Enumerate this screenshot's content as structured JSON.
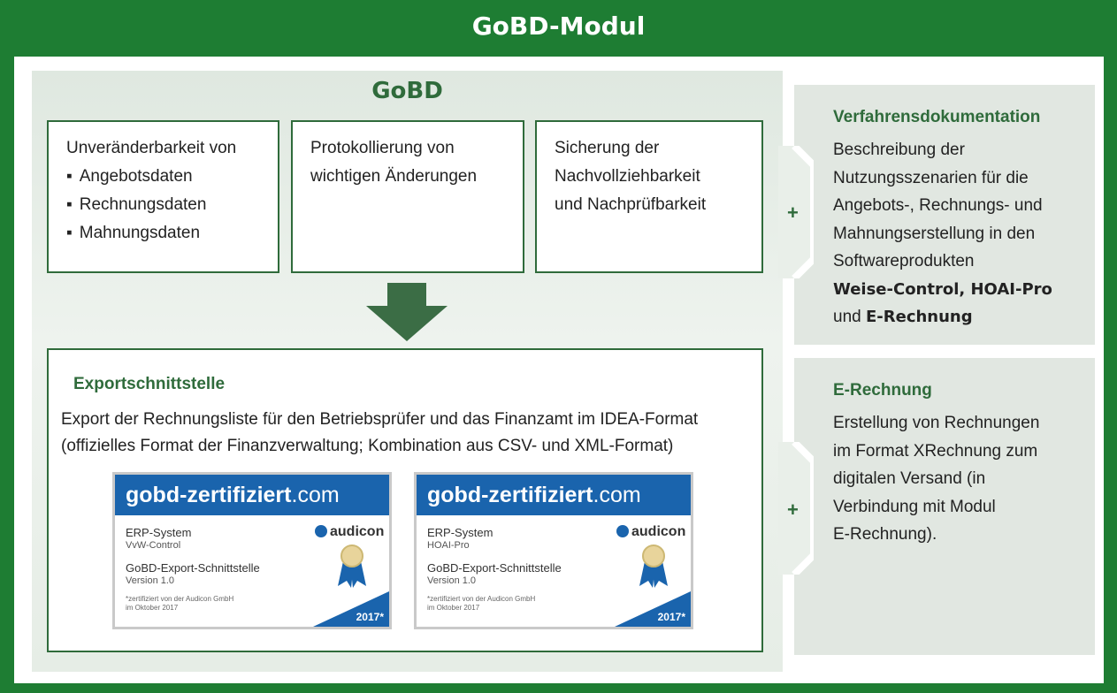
{
  "header": {
    "title": "GoBD-Modul"
  },
  "gobd": {
    "title": "GoBD",
    "box1": {
      "intro": "Unveränderbarkeit von",
      "items": [
        "Angebotsdaten",
        "Rechnungsdaten",
        "Mahnungsdaten"
      ]
    },
    "box2": {
      "line1": "Protokollierung von",
      "line2": "wichtigen Änderungen"
    },
    "box3": {
      "line1": "Sicherung der",
      "line2": "Nachvollziehbarkeit",
      "line3": "und Nachprüfbarkeit"
    }
  },
  "export": {
    "title": "Exportschnittstelle",
    "line1": "Export der Rechnungsliste für den Betriebsprüfer und das Finanzamt im IDEA-Format",
    "line2": "(offizielles Format der Finanzverwaltung; Kombination aus CSV- und XML-Format)"
  },
  "badges": [
    {
      "brand_bold": "gobd-zertifiziert",
      "brand_suffix": ".com",
      "system": "ERP-System",
      "product": "VvW-Control",
      "interface": "GoBD-Export-Schnittstelle",
      "version": "Version 1.0",
      "note1": "*zertifiziert von der Audicon GmbH",
      "note2": "im Oktober 2017",
      "auditor": "audicon",
      "year": "2017*"
    },
    {
      "brand_bold": "gobd-zertifiziert",
      "brand_suffix": ".com",
      "system": "ERP-System",
      "product": "HOAI-Pro",
      "interface": "GoBD-Export-Schnittstelle",
      "version": "Version 1.0",
      "note1": "*zertifiziert von der Audicon GmbH",
      "note2": "im Oktober 2017",
      "auditor": "audicon",
      "year": "2017*"
    }
  ],
  "side": {
    "plus": "+",
    "verfahren": {
      "title": "Verfahrensdokumentation",
      "lines": [
        "Beschreibung der",
        "Nutzungsszenarien für die",
        "Angebots-, Rechnungs- und",
        "Mahnungserstellung in den",
        "Softwareprodukten"
      ],
      "bold1": "Weise-Control, HOAI-Pro",
      "und": "und ",
      "bold2": "E-Rechnung"
    },
    "erechnung": {
      "title": "E-Rechnung",
      "lines": [
        "Erstellung von Rechnungen",
        "im Format XRechnung zum",
        "digitalen Versand (in",
        "Verbindung mit Modul",
        "E-Rechnung)."
      ]
    }
  },
  "colors": {
    "frame_green": "#1e7d33",
    "dark_green": "#2f6b3b",
    "badge_blue": "#1a64ad",
    "panel_gray": "#e1e7e1"
  }
}
